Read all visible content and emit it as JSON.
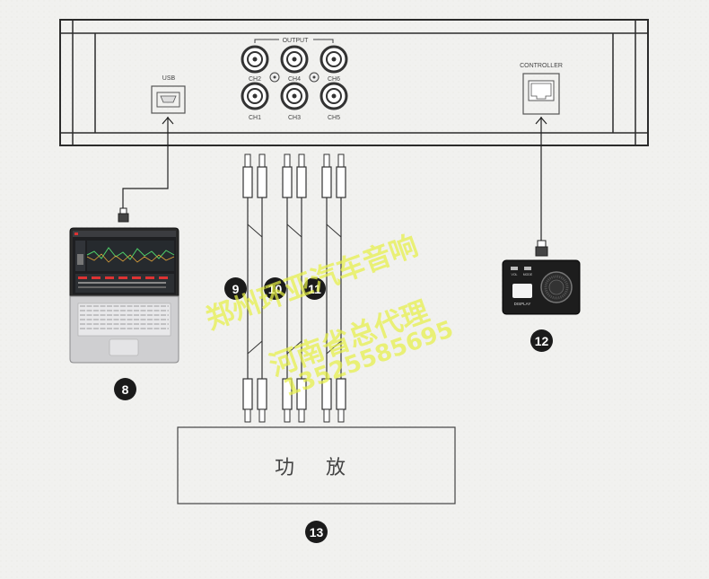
{
  "device": {
    "usb_label": "USB",
    "output_label": "OUTPUT",
    "controller_label": "CONTROLLER",
    "channels_top": [
      "CH2",
      "CH4",
      "CH6"
    ],
    "channels_bottom": [
      "CH1",
      "CH3",
      "CH5"
    ]
  },
  "amplifier": {
    "label": "功 放"
  },
  "controller_box": {
    "display_label": "DISPLAY",
    "small_labels": [
      "VOL",
      "MODE"
    ]
  },
  "badges": {
    "laptop": "8",
    "cable_a": "9",
    "cable_b": "10",
    "cable_c": "11",
    "controller": "12",
    "amplifier": "13"
  },
  "watermark": {
    "line1": "郑州环亚汽车音响",
    "line2": "河南省总代理",
    "line3": "13525585695",
    "color": "#e6f046"
  }
}
